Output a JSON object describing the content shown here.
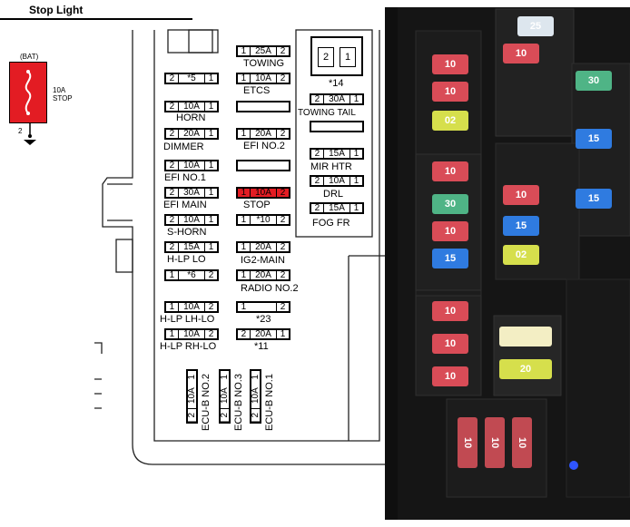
{
  "header": {
    "title": "Stop Light"
  },
  "circuit": {
    "source": "(BAT)",
    "fuse_rating": "10A",
    "fuse_name": "STOP",
    "ground_pin": "2"
  },
  "fuses": [
    {
      "pin_a": "1",
      "rating": "25A",
      "pin_b": "2",
      "label": "TOWING"
    },
    {
      "pin_a": "2",
      "rating": "*5",
      "pin_b": "1",
      "label": ""
    },
    {
      "pin_a": "1",
      "rating": "10A",
      "pin_b": "2",
      "label": "ETCS"
    },
    {
      "pin_a": "2",
      "rating": "10A",
      "pin_b": "1",
      "label": "HORN"
    },
    {
      "pin_a": "2",
      "rating": "20A",
      "pin_b": "1",
      "label": "DIMMER"
    },
    {
      "pin_a": "1",
      "rating": "20A",
      "pin_b": "2",
      "label": "EFI NO.2"
    },
    {
      "pin_a": "2",
      "rating": "10A",
      "pin_b": "1",
      "label": "EFI NO.1"
    },
    {
      "pin_a": "2",
      "rating": "30A",
      "pin_b": "1",
      "label": "EFI MAIN"
    },
    {
      "pin_a": "1",
      "rating": "10A",
      "pin_b": "2",
      "label": "STOP"
    },
    {
      "pin_a": "2",
      "rating": "10A",
      "pin_b": "1",
      "label": "S-HORN"
    },
    {
      "pin_a": "1",
      "rating": "*10",
      "pin_b": "2",
      "label": ""
    },
    {
      "pin_a": "2",
      "rating": "15A",
      "pin_b": "1",
      "label": "H-LP LO"
    },
    {
      "pin_a": "1",
      "rating": "20A",
      "pin_b": "2",
      "label": "IG2-MAIN"
    },
    {
      "pin_a": "1",
      "rating": "*6",
      "pin_b": "2",
      "label": ""
    },
    {
      "pin_a": "1",
      "rating": "20A",
      "pin_b": "2",
      "label": "RADIO NO.2"
    },
    {
      "pin_a": "1",
      "rating": "10A",
      "pin_b": "2",
      "label": "H-LP LH-LO"
    },
    {
      "pin_a": "1",
      "rating": "",
      "pin_b": "2",
      "label": "*23"
    },
    {
      "pin_a": "1",
      "rating": "10A",
      "pin_b": "2",
      "label": "H-LP RH-LO"
    },
    {
      "pin_a": "2",
      "rating": "20A",
      "pin_b": "1",
      "label": "*11"
    },
    {
      "pin_a": "2",
      "rating": "30A",
      "pin_b": "1",
      "label": "TOWING TAIL"
    },
    {
      "pin_a": "2",
      "rating": "15A",
      "pin_b": "1",
      "label": "MIR HTR"
    },
    {
      "pin_a": "2",
      "rating": "10A",
      "pin_b": "1",
      "label": "DRL"
    },
    {
      "pin_a": "2",
      "rating": "15A",
      "pin_b": "1",
      "label": "FOG FR"
    }
  ],
  "relay": {
    "pin_a": "2",
    "pin_b": "1",
    "label": "*14"
  },
  "vertical_fuses": [
    {
      "pin_a": "1",
      "rating": "10A",
      "pin_b": "2",
      "label": "ECU-B NO.2"
    },
    {
      "pin_a": "1",
      "rating": "10A",
      "pin_b": "2",
      "label": "ECU-B NO.3"
    },
    {
      "pin_a": "1",
      "rating": "10A",
      "pin_b": "2",
      "label": "ECU-B NO.1"
    }
  ],
  "photo": {
    "fuses": [
      {
        "text": "25",
        "color": "#dde6ee"
      },
      {
        "text": "10",
        "color": "#d94c57"
      },
      {
        "text": "10",
        "color": "#d94c57"
      },
      {
        "text": "10",
        "color": "#d94c57"
      },
      {
        "text": "30",
        "color": "#4fb486"
      },
      {
        "text": "02",
        "color": "#d6df4c"
      },
      {
        "text": "15",
        "color": "#2f7be0"
      },
      {
        "text": "10",
        "color": "#d94c57"
      },
      {
        "text": "10",
        "color": "#d94c57"
      },
      {
        "text": "30",
        "color": "#4fb486"
      },
      {
        "text": "15",
        "color": "#2f7be0"
      },
      {
        "text": "10",
        "color": "#d94c57"
      },
      {
        "text": "15",
        "color": "#2f7be0"
      },
      {
        "text": "15",
        "color": "#2f7be0"
      },
      {
        "text": "02",
        "color": "#d6df4c"
      },
      {
        "text": "10",
        "color": "#d94c57"
      },
      {
        "text": "10",
        "color": "#d94c57"
      },
      {
        "text": "10",
        "color": "#d94c57"
      },
      {
        "text": "",
        "color": "#f3eec4"
      },
      {
        "text": "20",
        "color": "#d6df4c"
      },
      {
        "text": "10",
        "color": "#c14a52"
      },
      {
        "text": "10",
        "color": "#c14a52"
      },
      {
        "text": "10",
        "color": "#c14a52"
      }
    ]
  }
}
